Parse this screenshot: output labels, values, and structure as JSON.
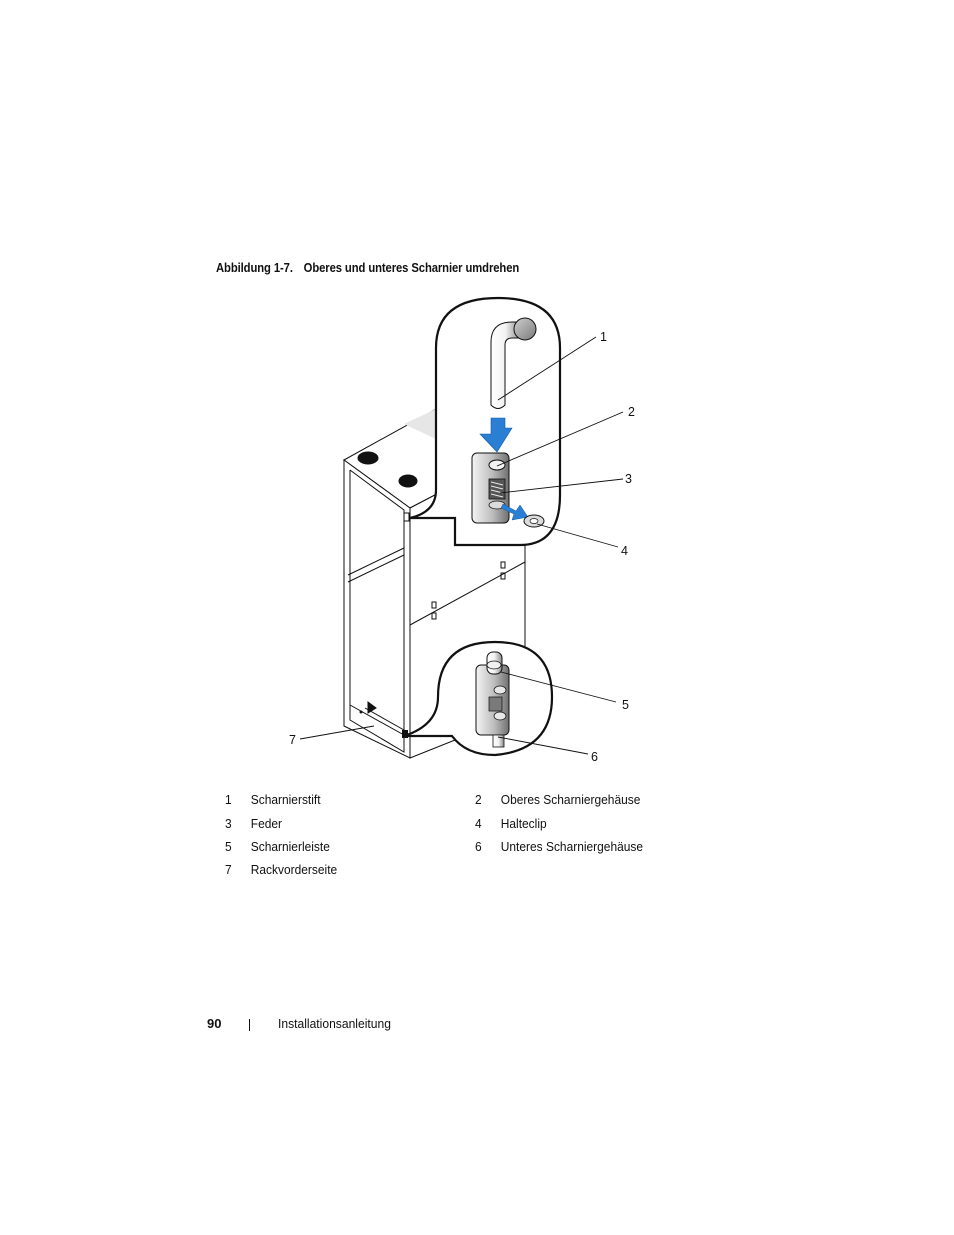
{
  "caption": {
    "label": "Abbildung 1-7.",
    "title": "Oberes und unteres Scharnier umdrehen"
  },
  "callouts": [
    "1",
    "2",
    "3",
    "4",
    "5",
    "6",
    "7"
  ],
  "legend": [
    {
      "num": "1",
      "text": "Scharnierstift"
    },
    {
      "num": "2",
      "text": "Oberes Scharniergehäuse"
    },
    {
      "num": "3",
      "text": "Feder"
    },
    {
      "num": "4",
      "text": "Halteclip"
    },
    {
      "num": "5",
      "text": "Scharnierleiste"
    },
    {
      "num": "6",
      "text": "Unteres Scharniergehäuse"
    },
    {
      "num": "7",
      "text": "Rackvorderseite"
    }
  ],
  "footer": {
    "page_number": "90",
    "title": "Installationsanleitung"
  },
  "colors": {
    "arrow_blue": "#2a7fd4",
    "line": "#111111",
    "shade": "#e6e6e6"
  }
}
